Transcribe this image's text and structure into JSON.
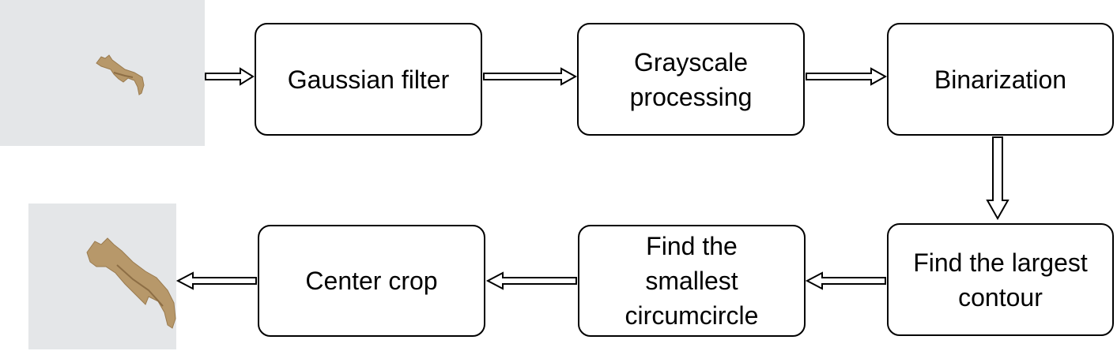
{
  "steps": {
    "gaussian": "Gaussian filter",
    "grayscale": "Grayscale\nprocessing",
    "binarization": "Binarization",
    "largest_contour": "Find the largest\ncontour",
    "circumcircle": "Find the\nsmallest\ncircumcircle",
    "center_crop": "Center crop"
  },
  "colors": {
    "box_border": "#000000",
    "arrow_stroke": "#000000",
    "photo_background": "#e4e6e8",
    "specimen": "#b7986a"
  }
}
